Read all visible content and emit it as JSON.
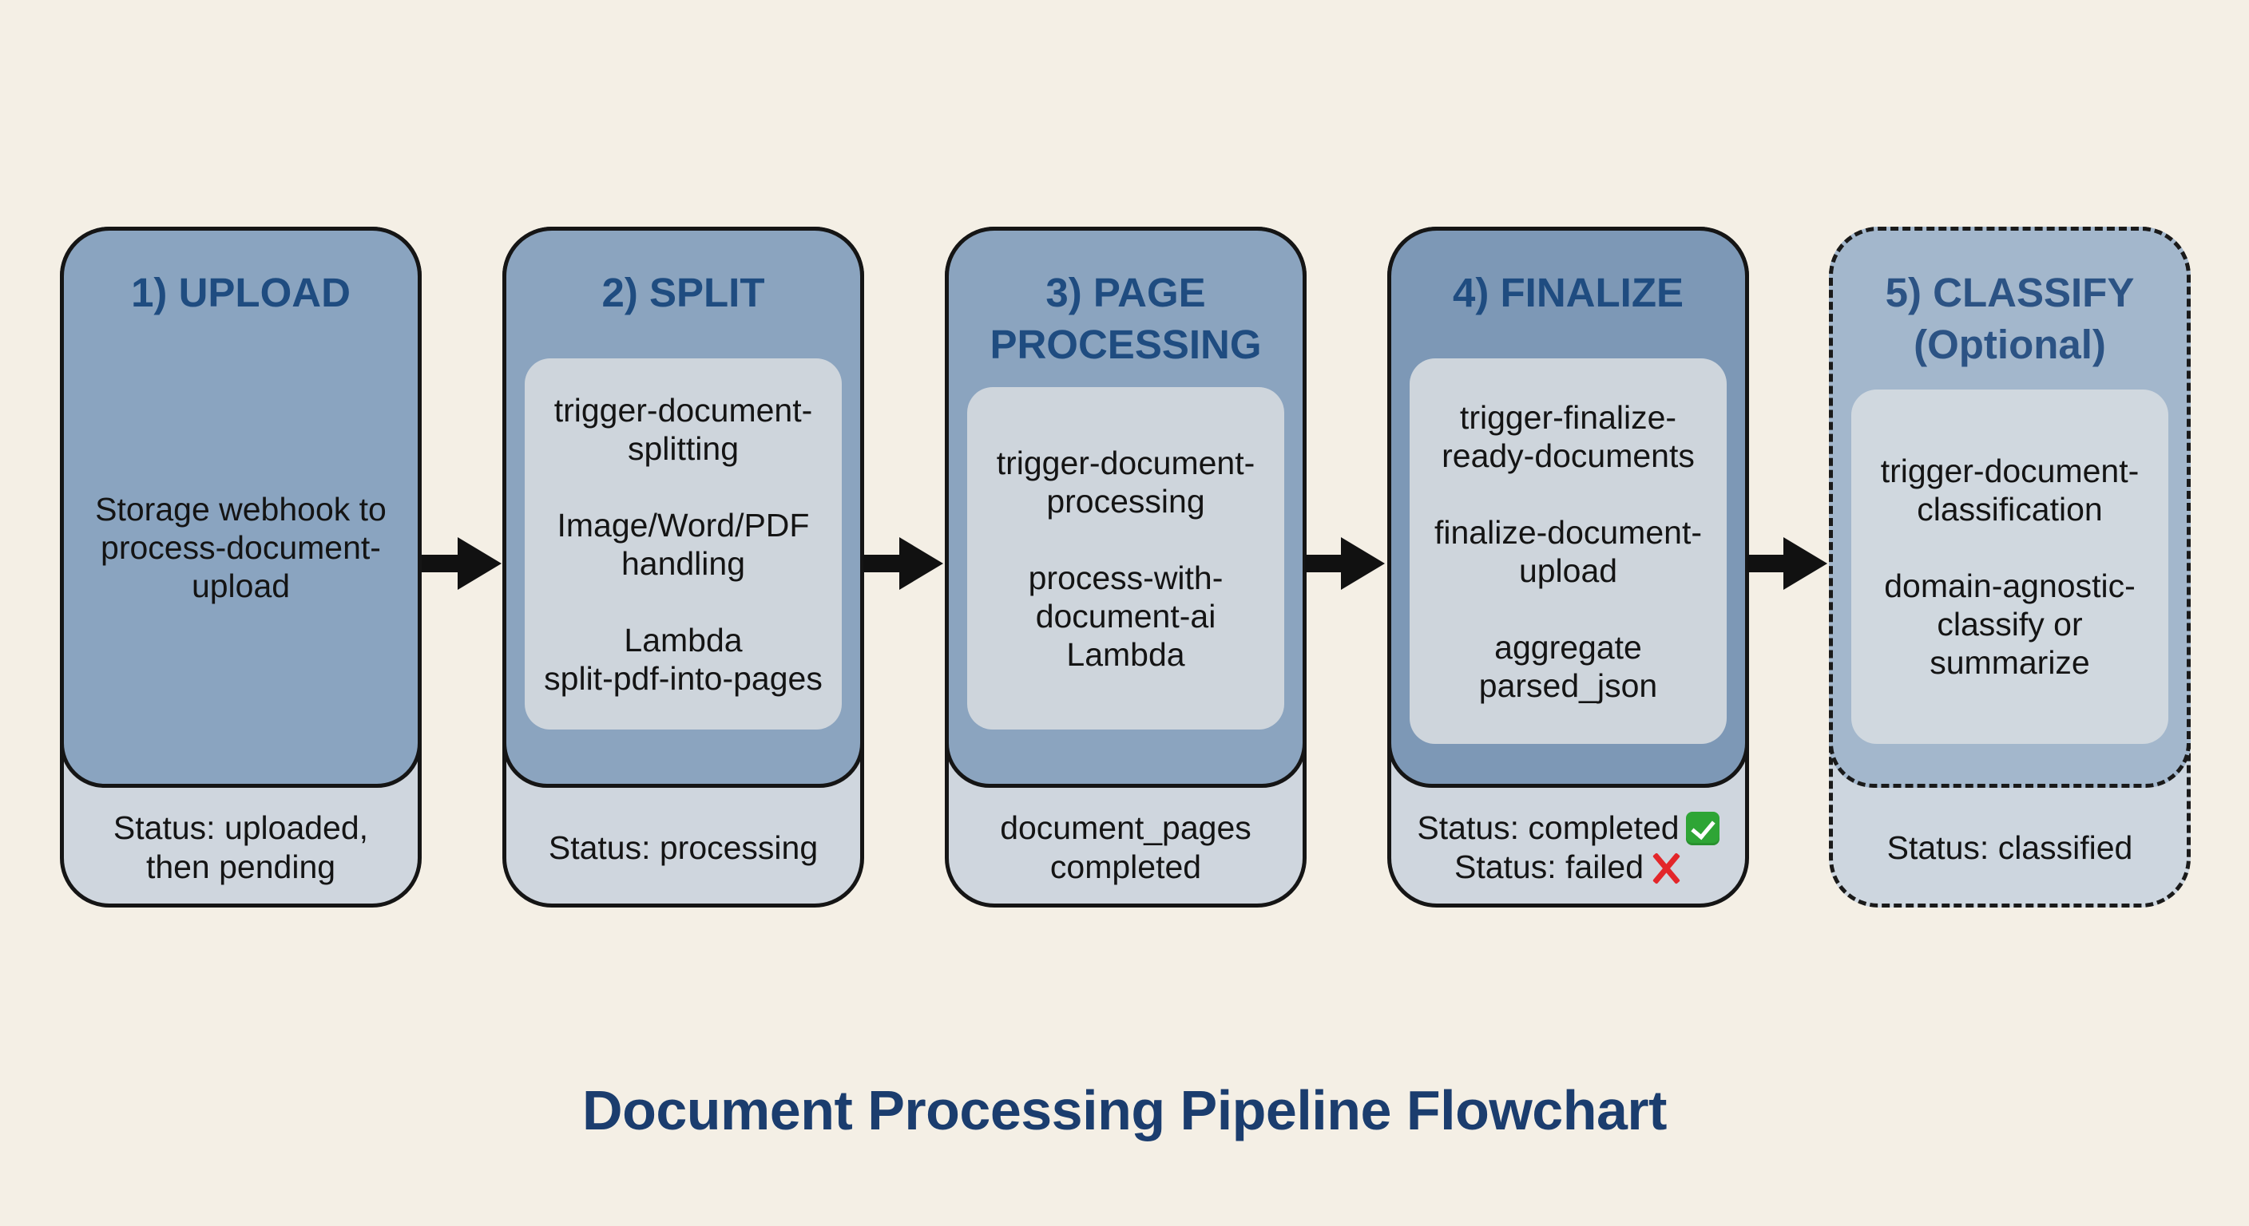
{
  "diagram_title": "Document Processing Pipeline Flowchart",
  "colors": {
    "background": "#f4efe5",
    "stage_fill": "#8aa4c0",
    "card_fill": "#ced5dc",
    "title_text": "#1f4c80",
    "status_ok": "#2ea535",
    "status_fail": "#e3262a"
  },
  "stages": [
    {
      "title_lines": [
        "1) UPLOAD"
      ],
      "body_lines": [
        "Storage webhook to",
        "process-document-",
        "upload"
      ],
      "status_lines": [
        "Status: uploaded,",
        "then pending"
      ],
      "optional": false
    },
    {
      "title_lines": [
        "2) SPLIT"
      ],
      "card_paragraphs": [
        [
          "trigger-document-",
          "splitting"
        ],
        [
          "Image/Word/PDF",
          "handling"
        ],
        [
          "Lambda",
          "split-pdf-into-pages"
        ]
      ],
      "status_lines": [
        "Status: processing"
      ],
      "optional": false
    },
    {
      "title_lines": [
        "3) PAGE",
        "PROCESSING"
      ],
      "card_paragraphs": [
        [
          "trigger-document-",
          "processing"
        ],
        [
          "process-with-",
          "document-ai",
          "Lambda"
        ]
      ],
      "status_lines": [
        "document_pages",
        "completed"
      ],
      "optional": false
    },
    {
      "title_lines": [
        "4) FINALIZE"
      ],
      "card_paragraphs": [
        [
          "trigger-finalize-",
          "ready-documents"
        ],
        [
          "finalize-document-",
          "upload"
        ],
        [
          "aggregate",
          "parsed_json"
        ]
      ],
      "status_lines": [
        "Status: completed",
        "Status: failed"
      ],
      "status_icons": [
        "check-icon",
        "x-icon"
      ],
      "optional": false
    },
    {
      "title_lines": [
        "5) CLASSIFY",
        "(Optional)"
      ],
      "card_paragraphs": [
        [
          "trigger-document-",
          "classification"
        ],
        [
          "domain-agnostic-",
          "classify or",
          "summarize"
        ]
      ],
      "status_lines": [
        "Status: classified"
      ],
      "optional": true
    }
  ],
  "connectors": [
    {
      "from": "1) UPLOAD",
      "to": "2) SPLIT",
      "icon": "arrow-right-icon"
    },
    {
      "from": "2) SPLIT",
      "to": "3) PAGE PROCESSING",
      "icon": "arrow-right-icon"
    },
    {
      "from": "3) PAGE PROCESSING",
      "to": "4) FINALIZE",
      "icon": "arrow-right-icon"
    },
    {
      "from": "4) FINALIZE",
      "to": "5) CLASSIFY (Optional)",
      "icon": "arrow-right-icon"
    }
  ]
}
